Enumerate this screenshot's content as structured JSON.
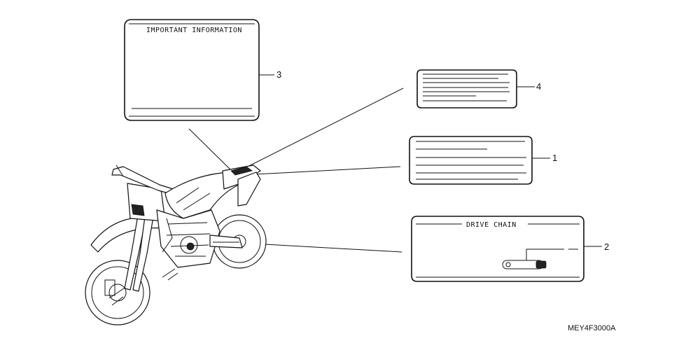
{
  "labels": {
    "important_information": "IMPORTANT INFORMATION",
    "drive_chain": "DRIVE CHAIN"
  },
  "callouts": [
    "1",
    "2",
    "3",
    "4"
  ],
  "diagram_code": "MEY4F3000A"
}
